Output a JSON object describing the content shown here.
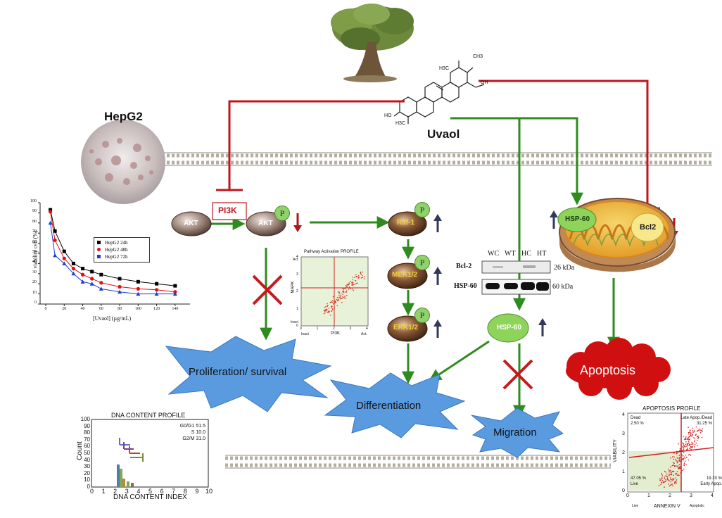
{
  "labels": {
    "cell_line": "HepG2",
    "compound": "Uvaol",
    "pi3k": "PI3K",
    "akt_1": "AKT",
    "akt_2": "AKT",
    "raf": "Raf-1",
    "mek": "MEK1/2",
    "erk": "ERK1/2",
    "hsp60_mito": "HSP-60",
    "bcl2_mito": "Bcl2",
    "hsp60_node": "HSP-60",
    "p": "P"
  },
  "outcomes": {
    "proliferation": "Proliferation/ survival",
    "differentiation": "Differentiation",
    "migration": "Migration",
    "apoptosis": "Apoptosis"
  },
  "structure_labels": {
    "ch3_a": "H3C",
    "oh_top": "OH",
    "oh_left": "HO",
    "ch3_b": "H3C",
    "ch3_c": "CH3"
  },
  "western_blot": {
    "lanes": [
      "WC",
      "WT",
      "HC",
      "HT"
    ],
    "rows": [
      {
        "name": "Bcl-2",
        "size": "26 kDa"
      },
      {
        "name": "HSP-60",
        "size": "60 kDa"
      }
    ]
  },
  "pathway_plot": {
    "title": "Pathway Activation PROFILE",
    "ylabel": "MAPK",
    "xlabel": "PI3K",
    "y_top": "Act",
    "y_bottom": "Inact",
    "x_left": "Inact",
    "x_right": "Act.",
    "ticks": [
      "0",
      "1",
      "2",
      "3",
      "4"
    ]
  },
  "chart_data": [
    {
      "type": "scatter",
      "title": "",
      "xlabel": "[Uvaol] (µg/mL)",
      "ylabel": "viability cell (%)",
      "xlim": [
        0,
        150
      ],
      "ylim": [
        0,
        100
      ],
      "xticks": [
        0,
        20,
        40,
        60,
        80,
        100,
        120,
        140
      ],
      "yticks": [
        0,
        10,
        20,
        30,
        40,
        50,
        60,
        70,
        80,
        90,
        100
      ],
      "legend_position": "top-right",
      "series": [
        {
          "name": "HepG2 24h",
          "color": "#000000",
          "marker": "square",
          "x": [
            5,
            10,
            20,
            30,
            40,
            50,
            60,
            80,
            100,
            120,
            140
          ],
          "y": [
            93,
            72,
            52,
            40,
            35,
            32,
            29,
            25,
            22,
            20,
            18
          ]
        },
        {
          "name": "HepG2 48h",
          "color": "#e01010",
          "marker": "circle",
          "x": [
            5,
            10,
            20,
            30,
            40,
            50,
            60,
            80,
            100,
            120,
            140
          ],
          "y": [
            91,
            63,
            45,
            35,
            29,
            25,
            21,
            17,
            15,
            14,
            12
          ]
        },
        {
          "name": "HepG2 72h",
          "color": "#1f3bd1",
          "marker": "triangle",
          "x": [
            5,
            10,
            20,
            30,
            40,
            50,
            60,
            80,
            100,
            120,
            140
          ],
          "y": [
            80,
            48,
            40,
            30,
            22,
            20,
            15,
            12,
            10,
            10,
            10
          ]
        }
      ]
    },
    {
      "type": "bar",
      "title": "DNA CONTENT PROFILE",
      "xlabel": "DNA CONTENT INDEX",
      "ylabel": "Count",
      "xlim": [
        0,
        10
      ],
      "ylim": [
        0,
        100
      ],
      "xticks": [
        0,
        1,
        2,
        3,
        4,
        5,
        6,
        7,
        8,
        9,
        10
      ],
      "yticks": [
        0,
        10,
        20,
        30,
        40,
        50,
        60,
        70,
        80,
        90,
        100
      ],
      "annotations": [
        {
          "label": "G0/G1",
          "value": "51.5"
        },
        {
          "label": "S",
          "value": "10.0"
        },
        {
          "label": "G2/M",
          "value": "31.0"
        }
      ]
    },
    {
      "type": "scatter",
      "title": "APOPTOSIS PROFILE",
      "xlabel": "ANNEXIN V",
      "ylabel": "VIABILITY",
      "xlim": [
        0,
        4
      ],
      "ylim": [
        0,
        4
      ],
      "xticks": [
        0,
        1,
        2,
        3,
        4
      ],
      "yticks": [
        0,
        1,
        2,
        3,
        4
      ],
      "quadrants": [
        {
          "label": "Dead",
          "value": "2.50 %",
          "position": "top-left"
        },
        {
          "label": "Late Apop./Dead",
          "value": "31.25 %",
          "position": "top-right"
        },
        {
          "label": "Live",
          "value": "47.05 %",
          "position": "bottom-left"
        },
        {
          "label": "Early Apop.",
          "value": "19.20 %",
          "position": "bottom-right"
        }
      ],
      "x_left": "Live",
      "x_right": "Apoptotic"
    }
  ],
  "colors": {
    "activation": "#2e8b1e",
    "inhibition": "#c0141b",
    "burst": "#5a9be0",
    "apoptosis": "#d01010",
    "membrane": "#b7b2a5"
  }
}
